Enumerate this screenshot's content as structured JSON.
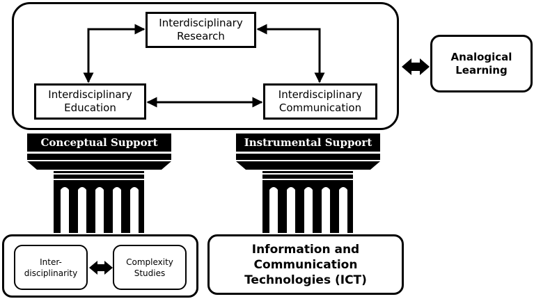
{
  "nodes": {
    "research": "Interdisciplinary\nResearch",
    "education": "Interdisciplinary\nEducation",
    "communication": "Interdisciplinary\nCommunication",
    "analogical": "Analogical\nLearning"
  },
  "pillars": {
    "conceptual": "Conceptual Support",
    "instrumental": "Instrumental Support"
  },
  "bases": {
    "interdisciplinarity": "Inter-\ndisciplinarity",
    "complexity": "Complexity\nStudies",
    "ict": "Information and\nCommunication\nTechnologies (ICT)"
  }
}
